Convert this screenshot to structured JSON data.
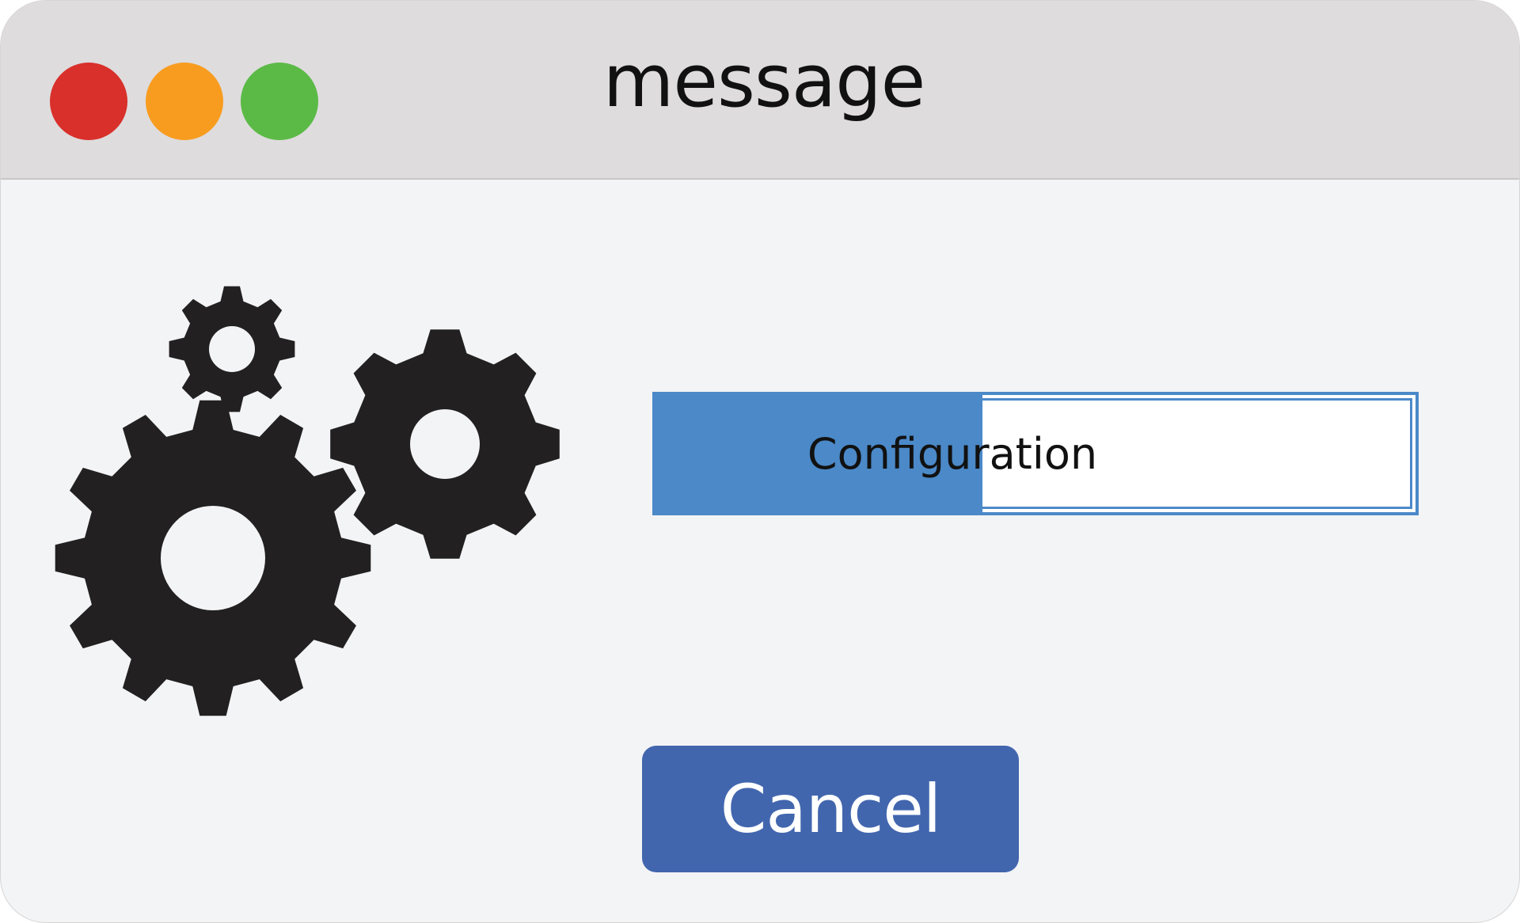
{
  "window": {
    "title": "message",
    "controls": {
      "close_color": "#d9302b",
      "minimize_color": "#f89c1f",
      "maximize_color": "#5bba46"
    }
  },
  "illustration": {
    "icon": "gears-icon",
    "gear_color": "#222021"
  },
  "progress": {
    "label": "Configuration",
    "value_percent": 43,
    "fill_color": "#4b89c8"
  },
  "actions": {
    "cancel_label": "Cancel",
    "button_color": "#4266ae"
  }
}
